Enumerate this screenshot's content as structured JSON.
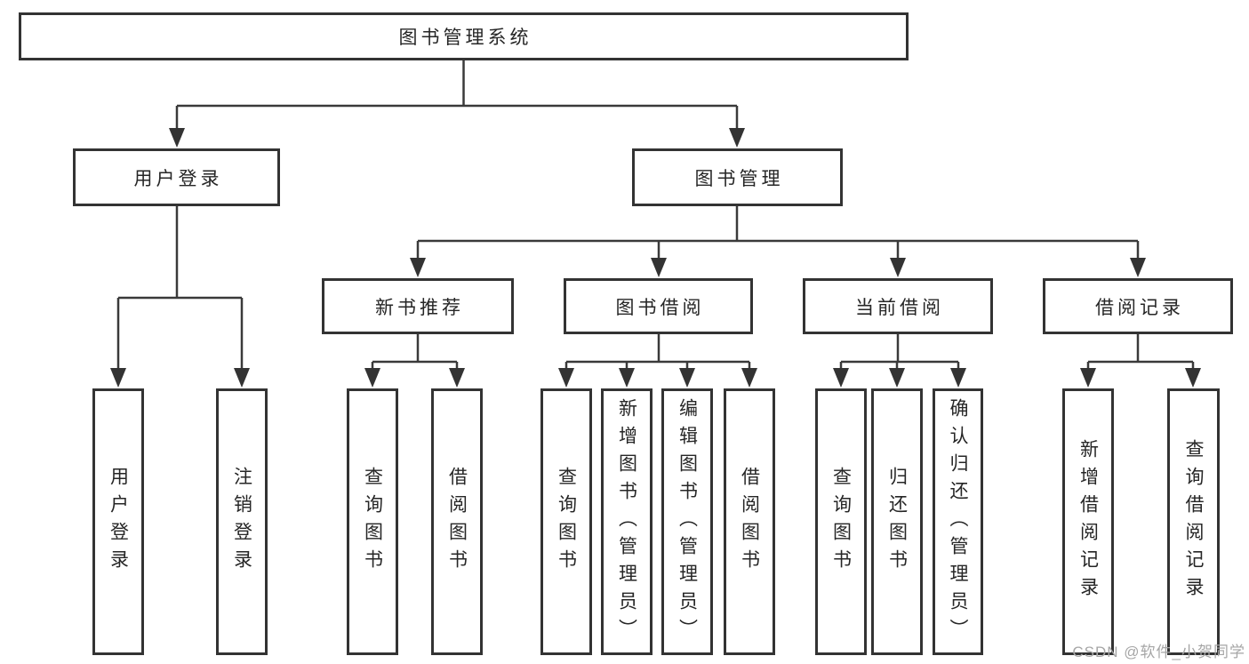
{
  "theme": {
    "background": "#ffffff",
    "line_color": "#3a3a3a",
    "border_color": "#333333",
    "text_color": "#262626",
    "watermark_color": "#a6a6a6"
  },
  "watermark": {
    "text": "CSDN @软件_小贺同学"
  },
  "diagram": {
    "title": "图书管理系统",
    "nodes": {
      "root": {
        "label": "图书管理系统"
      },
      "user_login": {
        "label": "用户登录"
      },
      "book_management": {
        "label": "图书管理"
      },
      "new_book_recommendation": {
        "label": "新书推荐"
      },
      "book_borrowing": {
        "label": "图书借阅"
      },
      "current_borrowing": {
        "label": "当前借阅"
      },
      "borrowing_records": {
        "label": "借阅记录"
      },
      "leaf_user_login": {
        "label": "用户登录"
      },
      "leaf_logout": {
        "label": "注销登录"
      },
      "leaf_nb_search": {
        "label": "查询图书"
      },
      "leaf_nb_borrow": {
        "label": "借阅图书"
      },
      "leaf_bb_search": {
        "label": "查询图书"
      },
      "leaf_bb_add": {
        "label": "新增图书（管理员）"
      },
      "leaf_bb_edit": {
        "label": "编辑图书（管理员）"
      },
      "leaf_bb_borrow": {
        "label": "借阅图书"
      },
      "leaf_cb_search": {
        "label": "查询图书"
      },
      "leaf_cb_return": {
        "label": "归还图书"
      },
      "leaf_cb_confirm": {
        "label": "确认归还（管理员）"
      },
      "leaf_br_add": {
        "label": "新增借阅记录"
      },
      "leaf_br_search": {
        "label": "查询借阅记录"
      }
    }
  }
}
